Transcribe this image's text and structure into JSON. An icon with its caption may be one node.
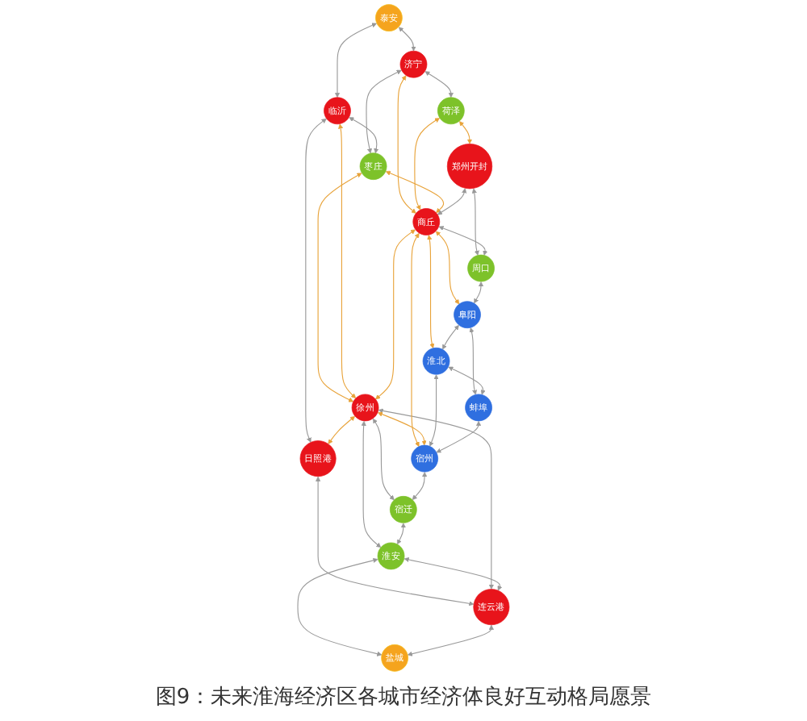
{
  "diagram": {
    "caption": "图9：未来淮海经济区各城市经济体良好互动格局愿景",
    "nodes": [
      {
        "text": [
          "泰安"
        ]
      },
      {
        "text": [
          "济宁"
        ]
      },
      {
        "text": [
          "临沂"
        ]
      },
      {
        "text": [
          "荷泽"
        ]
      },
      {
        "text": [
          "枣庄"
        ]
      },
      {
        "text": [
          "郑州开封"
        ]
      },
      {
        "text": [
          "商丘"
        ]
      },
      {
        "text": [
          "徐州"
        ]
      },
      {
        "text": [
          "日照港"
        ]
      },
      {
        "text": [
          "连云港"
        ]
      },
      {
        "text": [
          "周口"
        ]
      },
      {
        "text": [
          "阜阳"
        ]
      },
      {
        "text": [
          "淮北"
        ]
      },
      {
        "text": [
          "宿州"
        ]
      },
      {
        "text": [
          "宿迁"
        ]
      },
      {
        "text": [
          "淮安"
        ]
      },
      {
        "text": [
          "蚌埠"
        ]
      },
      {
        "text": [
          "盐城"
        ]
      }
    ],
    "edges": [
      {
        "from": 0,
        "to": 1,
        "arrow": "both"
      },
      {
        "from": 0,
        "to": 2,
        "arrow": "both"
      },
      {
        "from": 1,
        "to": 3,
        "arrow": "both"
      },
      {
        "from": 1,
        "to": 4,
        "arrow": "both"
      },
      {
        "from": 2,
        "to": 4,
        "arrow": "both"
      },
      {
        "from": 2,
        "to": 8,
        "arrow": "both"
      },
      {
        "from": 1,
        "to": 6,
        "arrow": "both",
        "color": "#e8a33a"
      },
      {
        "from": 3,
        "to": 5,
        "arrow": "both",
        "color": "#e8a33a"
      },
      {
        "from": 3,
        "to": 6,
        "arrow": "both",
        "color": "#e8a33a"
      },
      {
        "from": 4,
        "to": 6,
        "arrow": "both",
        "color": "#e8a33a"
      },
      {
        "from": 4,
        "to": 7,
        "arrow": "both",
        "color": "#e8a33a"
      },
      {
        "from": 2,
        "to": 7,
        "arrow": "both",
        "color": "#e8a33a"
      },
      {
        "from": 5,
        "to": 6,
        "arrow": "both"
      },
      {
        "from": 6,
        "to": 7,
        "arrow": "both",
        "color": "#e8a33a"
      },
      {
        "from": 7,
        "to": 8,
        "arrow": "both",
        "color": "#e8a33a"
      },
      {
        "from": 8,
        "to": 9,
        "arrow": "both"
      },
      {
        "from": 7,
        "to": 9,
        "arrow": "both"
      },
      {
        "from": 5,
        "to": 10,
        "arrow": "both"
      },
      {
        "from": 6,
        "to": 10,
        "arrow": "both"
      },
      {
        "from": 6,
        "to": 11,
        "arrow": "both",
        "color": "#e8a33a"
      },
      {
        "from": 6,
        "to": 12,
        "arrow": "both",
        "color": "#e8a33a"
      },
      {
        "from": 6,
        "to": 13,
        "arrow": "both",
        "color": "#e8a33a"
      },
      {
        "from": 7,
        "to": 13,
        "arrow": "both",
        "color": "#e8a33a"
      },
      {
        "from": 7,
        "to": 14,
        "arrow": "both"
      },
      {
        "from": 7,
        "to": 15,
        "arrow": "both"
      },
      {
        "from": 10,
        "to": 11,
        "arrow": "both"
      },
      {
        "from": 11,
        "to": 12,
        "arrow": "both"
      },
      {
        "from": 12,
        "to": 13,
        "arrow": "both"
      },
      {
        "from": 13,
        "to": 14,
        "arrow": "both"
      },
      {
        "from": 14,
        "to": 15,
        "arrow": "both"
      },
      {
        "from": 15,
        "to": 9,
        "arrow": "both"
      },
      {
        "from": 11,
        "to": 16,
        "arrow": "both"
      },
      {
        "from": 12,
        "to": 16,
        "arrow": "both"
      },
      {
        "from": 16,
        "to": 13,
        "arrow": "both"
      },
      {
        "from": 15,
        "to": 17,
        "arrow": "both"
      },
      {
        "from": 9,
        "to": 17,
        "arrow": "both"
      }
    ]
  }
}
